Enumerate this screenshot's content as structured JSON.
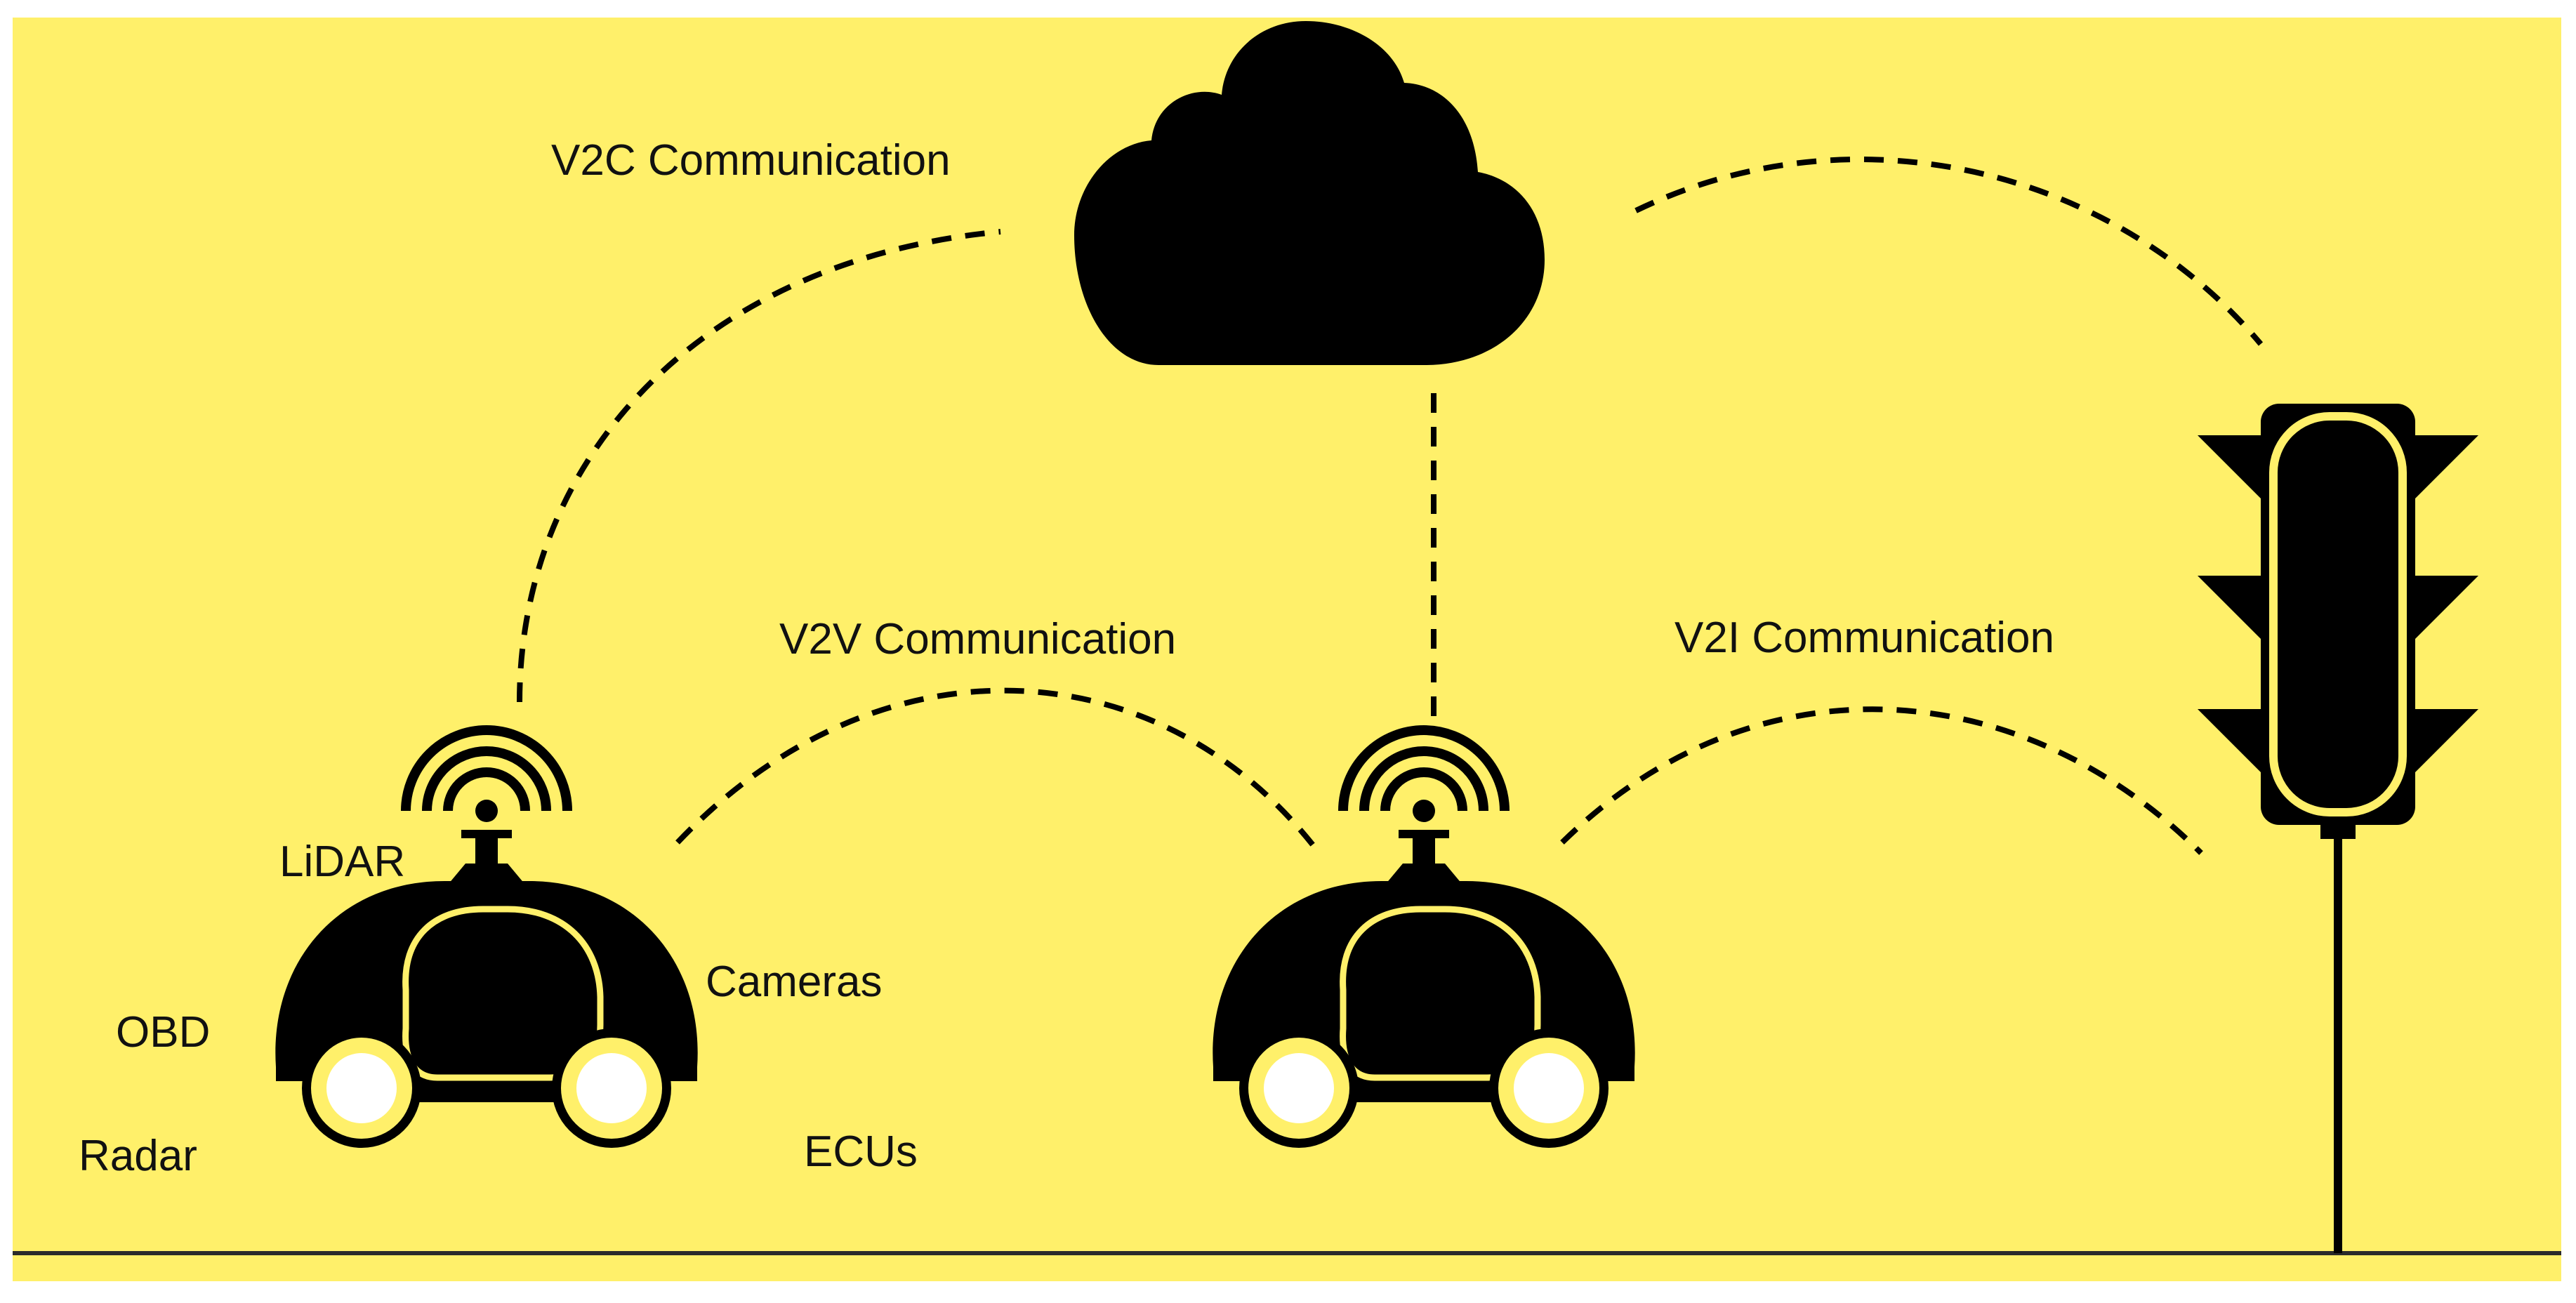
{
  "colors": {
    "background": "#FFF06A",
    "ink": "#000000",
    "frame": "#ffffff"
  },
  "labels": {
    "v2c": "V2C Communication",
    "v2v": "V2V Communication",
    "v2i": "V2I Communication",
    "lidar": "LiDAR",
    "cameras": "Cameras",
    "obd": "OBD",
    "radar": "Radar",
    "ecus": "ECUs"
  },
  "icons": {
    "cloud": "cloud-icon",
    "car": "autonomous-car-icon",
    "antenna": "wireless-antenna-icon",
    "traffic_light": "traffic-light-icon"
  }
}
